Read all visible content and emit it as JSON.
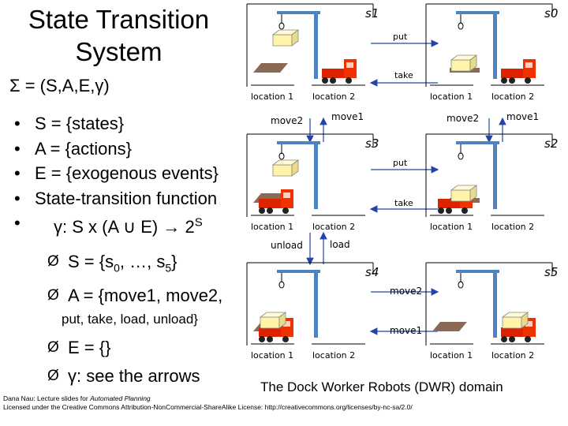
{
  "title": "State Transition System",
  "sigma": "Σ = (S,A,E,γ)",
  "bullets": [
    "S = {states}",
    "A = {actions}",
    "E = {exogenous events}",
    "State-transition function",
    "γ: S x (A ∪ E) → 2S"
  ],
  "details": [
    "S = {s0, …, s5}",
    "A = {move1, move2,",
    "put, take, load, unload}",
    "E = {}",
    "γ: see the arrows"
  ],
  "caption": "The Dock Worker Robots (DWR) domain",
  "footer": {
    "line1": "Dana Nau: Lecture slides for Automated Planning",
    "line2": "Licensed under the Creative Commons Attribution-NonCommercial-ShareAlike License: http://creativecommons.org/licenses/by-nc-sa/2.0/"
  },
  "states": {
    "s1": {
      "label": "s1",
      "loc1": "location 1",
      "loc2": "location 2"
    },
    "s0": {
      "label": "s0",
      "loc1": "location 1",
      "loc2": "location 2"
    },
    "s3": {
      "label": "s3",
      "loc1": "location 1",
      "loc2": "location 2"
    },
    "s2": {
      "label": "s2",
      "loc1": "location 1",
      "loc2": "location 2"
    },
    "s4": {
      "label": "s4",
      "loc1": "location 1",
      "loc2": "location 2"
    },
    "s5": {
      "label": "s5",
      "loc1": "location 1",
      "loc2": "location 2"
    }
  },
  "transitions": {
    "put_top": "put",
    "take_top": "take",
    "move2_left": "move2",
    "move1_left": "move1",
    "move2_right": "move2",
    "move1_right": "move1",
    "put_mid": "put",
    "take_mid": "take",
    "unload": "unload",
    "load": "load",
    "move2_bottom": "move2",
    "move1_bottom": "move1"
  },
  "colors": {
    "truck": "#dd2200",
    "truck_cab": "#ee3300",
    "container": "#fff4a8",
    "pallet": "#8a6a55",
    "crane": "#4d84c0",
    "arrow": "#2244aa"
  }
}
